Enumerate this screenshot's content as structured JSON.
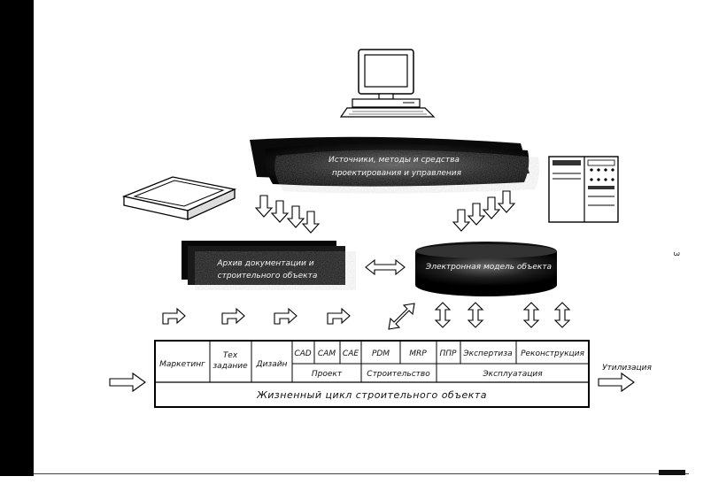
{
  "page_number": "3",
  "top_block": {
    "line1": "Источники, методы и средства",
    "line2": "проектирования и управления"
  },
  "archive_block": {
    "line1": "Архив документации и",
    "line2": "строительного объекта"
  },
  "model_block": {
    "text": "Электронная модель объекта"
  },
  "table": {
    "cells": {
      "marketing": "Маркетинг",
      "tech_line1": "Тех",
      "tech_line2": "задание",
      "design": "Дизайн",
      "cad": "CAD",
      "cam": "CAM",
      "cae": "CAE",
      "pdm": "PDM",
      "mrp": "MRP",
      "dpr": "ППР",
      "expertise": "Экспертиза",
      "reconstruction": "Реконструкция",
      "project": "Проект",
      "construction": "Строительство",
      "operation": "Эксплуатация"
    },
    "lifecycle": "Жизненный цикл строительного объекта"
  },
  "utilization": "Утилизация",
  "icons": [
    "computer-icon",
    "scanner-icon",
    "cabinet-icon"
  ]
}
